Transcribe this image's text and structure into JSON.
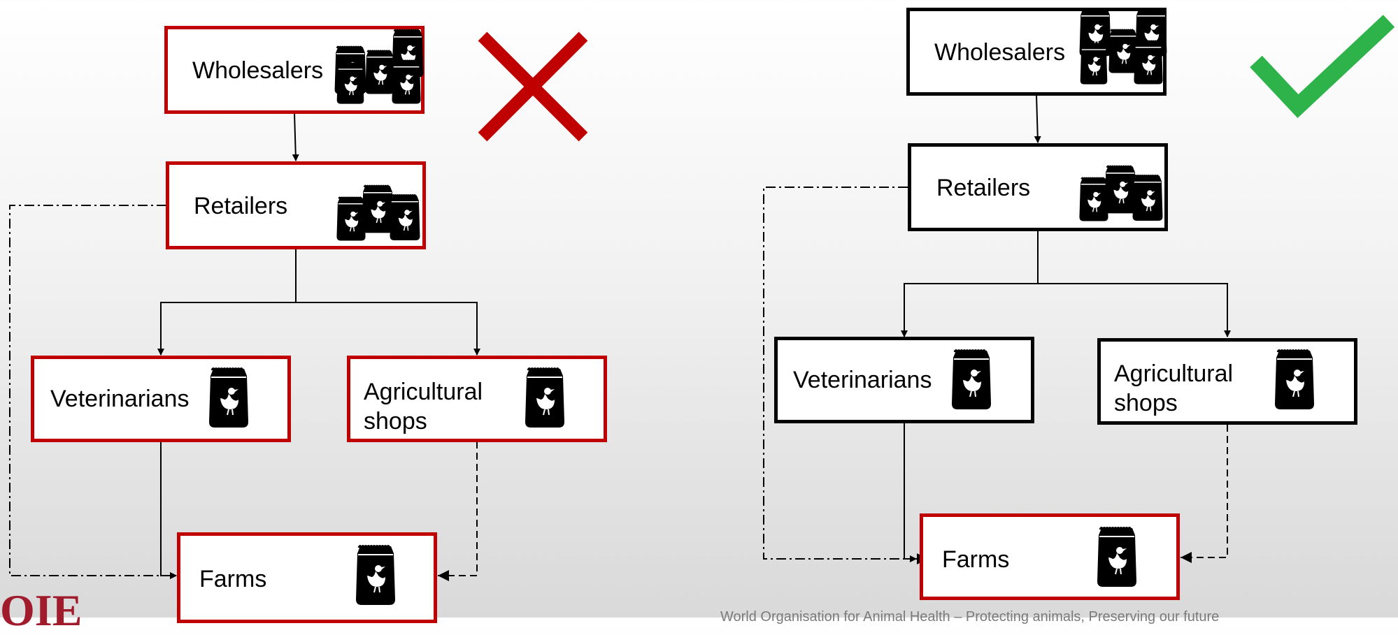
{
  "diagram": {
    "labels": {
      "wholesalers": "Wholesalers",
      "retailers": "Retailers",
      "veterinarians": "Veterinarians",
      "agricultural_line1": "Agricultural",
      "agricultural_line2": "shops",
      "farms": "Farms"
    },
    "marks": {
      "wrong": "cross",
      "right": "check"
    }
  },
  "footer": {
    "text": "World Organisation for Animal Health – Protecting animals, Preserving our future"
  },
  "logo": {
    "text": "OIE"
  },
  "colors": {
    "red": "#c00000",
    "black": "#000000",
    "green": "#2db34a",
    "cross": "#c00000"
  },
  "icons": {
    "feed_bag": "feed-bag-icon"
  }
}
